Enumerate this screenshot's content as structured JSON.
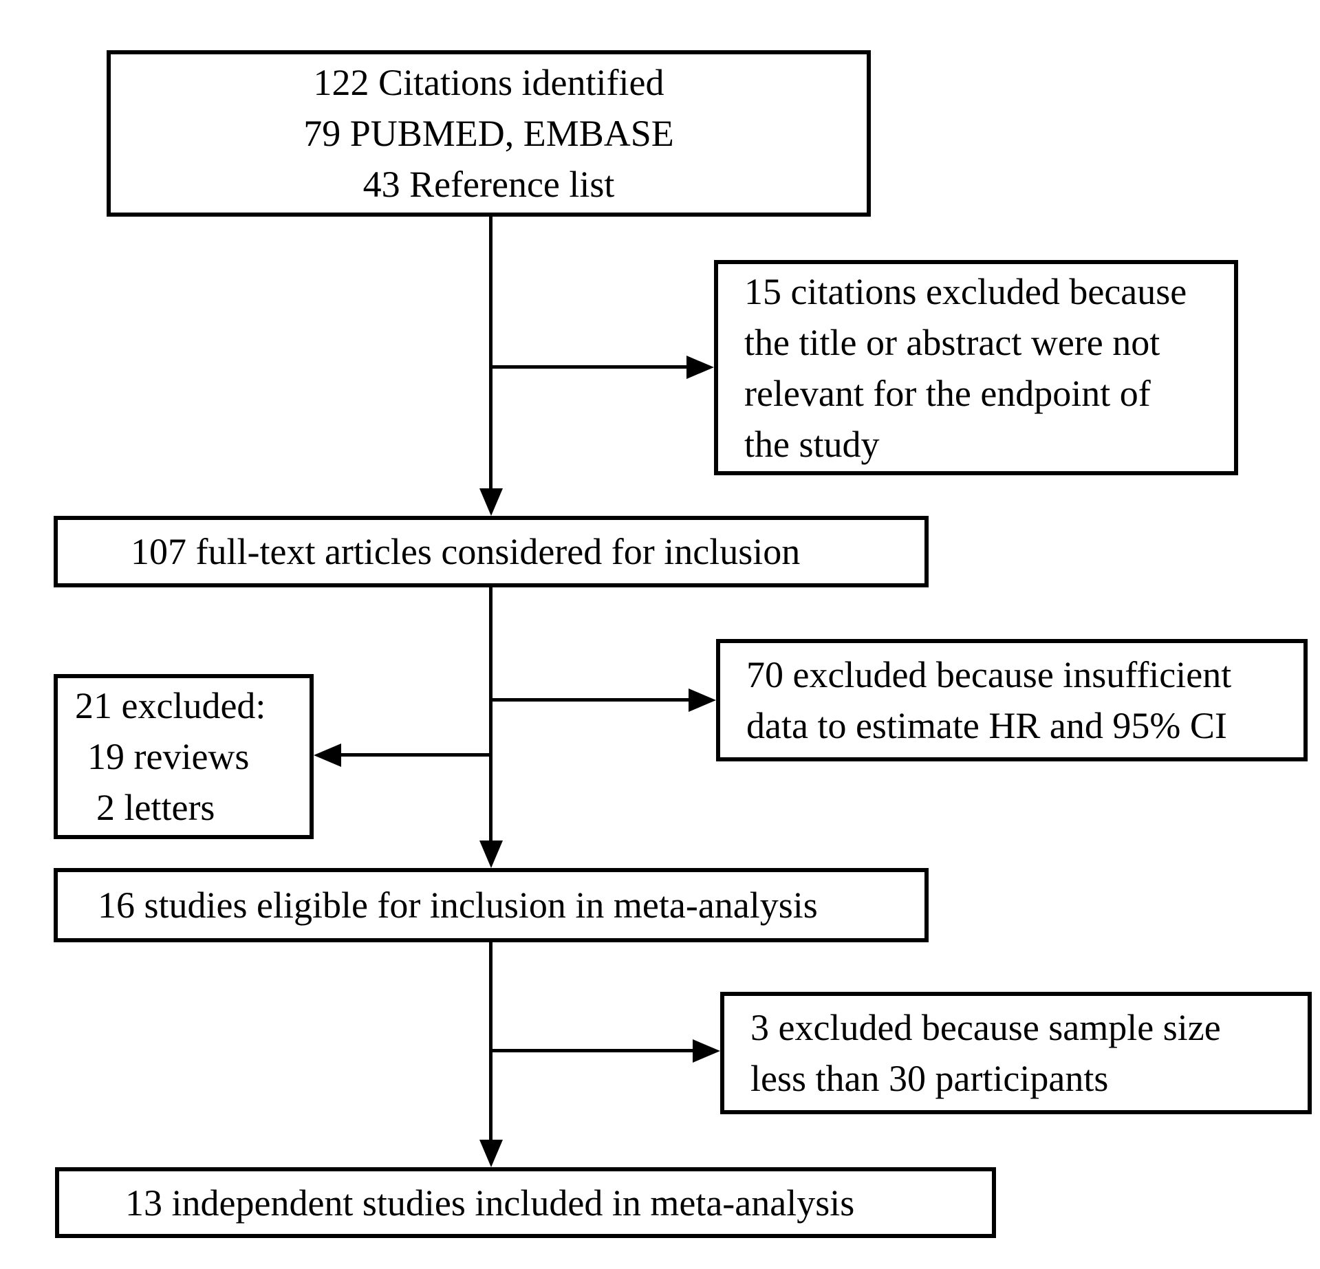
{
  "colors": {
    "line": "#000000",
    "box_border": "#000000",
    "box_background": "#ffffff",
    "text": "#000000",
    "page_background": "#ffffff"
  },
  "boxes": {
    "citations_identified": {
      "lines": [
        "122 Citations identified",
        "79 PUBMED, EMBASE",
        "43 Reference list"
      ]
    },
    "excluded_title_abstract": {
      "lines": [
        "15 citations excluded because",
        "the title or abstract were not",
        "relevant for the endpoint of",
        "the study"
      ]
    },
    "fulltext_considered": {
      "lines": [
        "107 full-text articles considered for inclusion"
      ]
    },
    "excluded_insufficient_data": {
      "lines": [
        "70 excluded because insufficient",
        "data to estimate HR and 95% CI"
      ]
    },
    "excluded_reviews_letters": {
      "lines": [
        "21 excluded:",
        "19 reviews",
        "2 letters"
      ]
    },
    "eligible_meta_analysis": {
      "lines": [
        "16 studies eligible for inclusion in meta-analysis"
      ]
    },
    "excluded_sample_size": {
      "lines": [
        "3 excluded because sample size",
        "less than 30 participants"
      ]
    },
    "included_meta_analysis": {
      "lines": [
        "13 independent studies included in meta-analysis"
      ]
    }
  }
}
